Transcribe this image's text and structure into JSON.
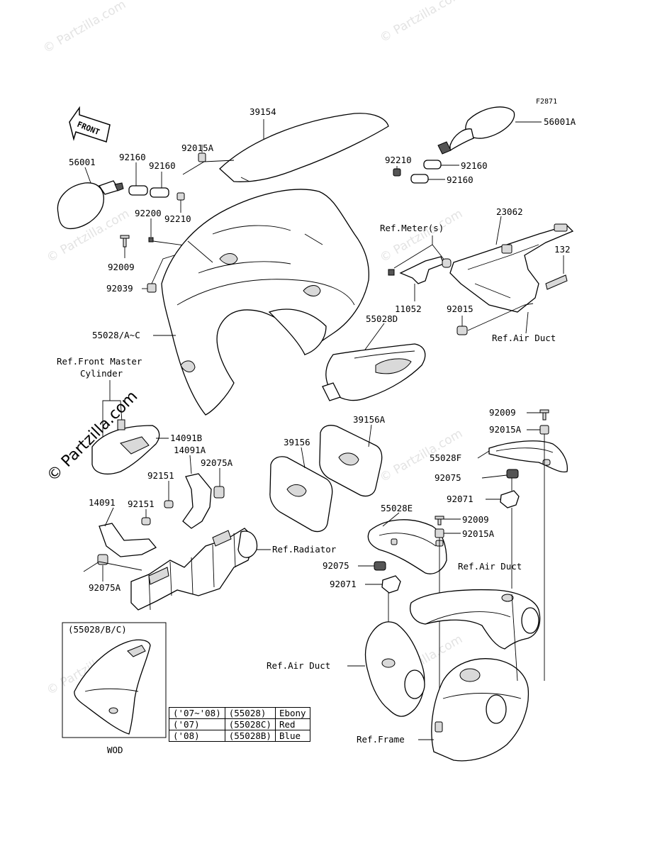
{
  "figure_code": "F2871",
  "front_arrow_label": "FRONT",
  "watermark_text": "© Partzilla.com",
  "labels": {
    "p39154": "39154",
    "p56001A": "56001A",
    "p92210r": "92210",
    "p92160r1": "92160",
    "p92160r2": "92160",
    "p56001": "56001",
    "p92160l1": "92160",
    "p92160l2": "92160",
    "p92015A_top": "92015A",
    "p92200": "92200",
    "p92210l": "92210",
    "p92009l": "92009",
    "p92039": "92039",
    "p23062": "23062",
    "ref_meter": "Ref.Meter(s)",
    "p132": "132",
    "p11052": "11052",
    "p92015": "92015",
    "ref_air_duct1": "Ref.Air Duct",
    "p55028AC": "55028/A~C",
    "p55028D": "55028D",
    "ref_fmc1": "Ref.Front Master",
    "ref_fmc2": "Cylinder",
    "p14091B": "14091B",
    "p14091A": "14091A",
    "p92075A_a": "92075A",
    "p92151a": "92151",
    "p92151b": "92151",
    "p14091": "14091",
    "ref_radiator": "Ref.Radiator",
    "p92075A_b": "92075A",
    "p39156": "39156",
    "p39156A": "39156A",
    "p92009r1": "92009",
    "p92015Ar1": "92015A",
    "p55028F": "55028F",
    "p92075r1": "92075",
    "p92071r1": "92071",
    "p55028E": "55028E",
    "p92009r2": "92009",
    "p92015Ar2": "92015A",
    "p92075r2": "92075",
    "ref_air_duct2": "Ref.Air Duct",
    "p92071r2": "92071",
    "ref_air_duct3": "Ref.Air Duct",
    "ref_frame": "Ref.Frame",
    "inset_title": "(55028/B/C)",
    "inset_caption": "WOD"
  },
  "legend": [
    {
      "years": "('07~'08)",
      "part": "(55028)",
      "color": "Ebony"
    },
    {
      "years": "('07)",
      "part": "(55028C)",
      "color": "Red"
    },
    {
      "years": "('08)",
      "part": "(55028B)",
      "color": "Blue"
    }
  ]
}
